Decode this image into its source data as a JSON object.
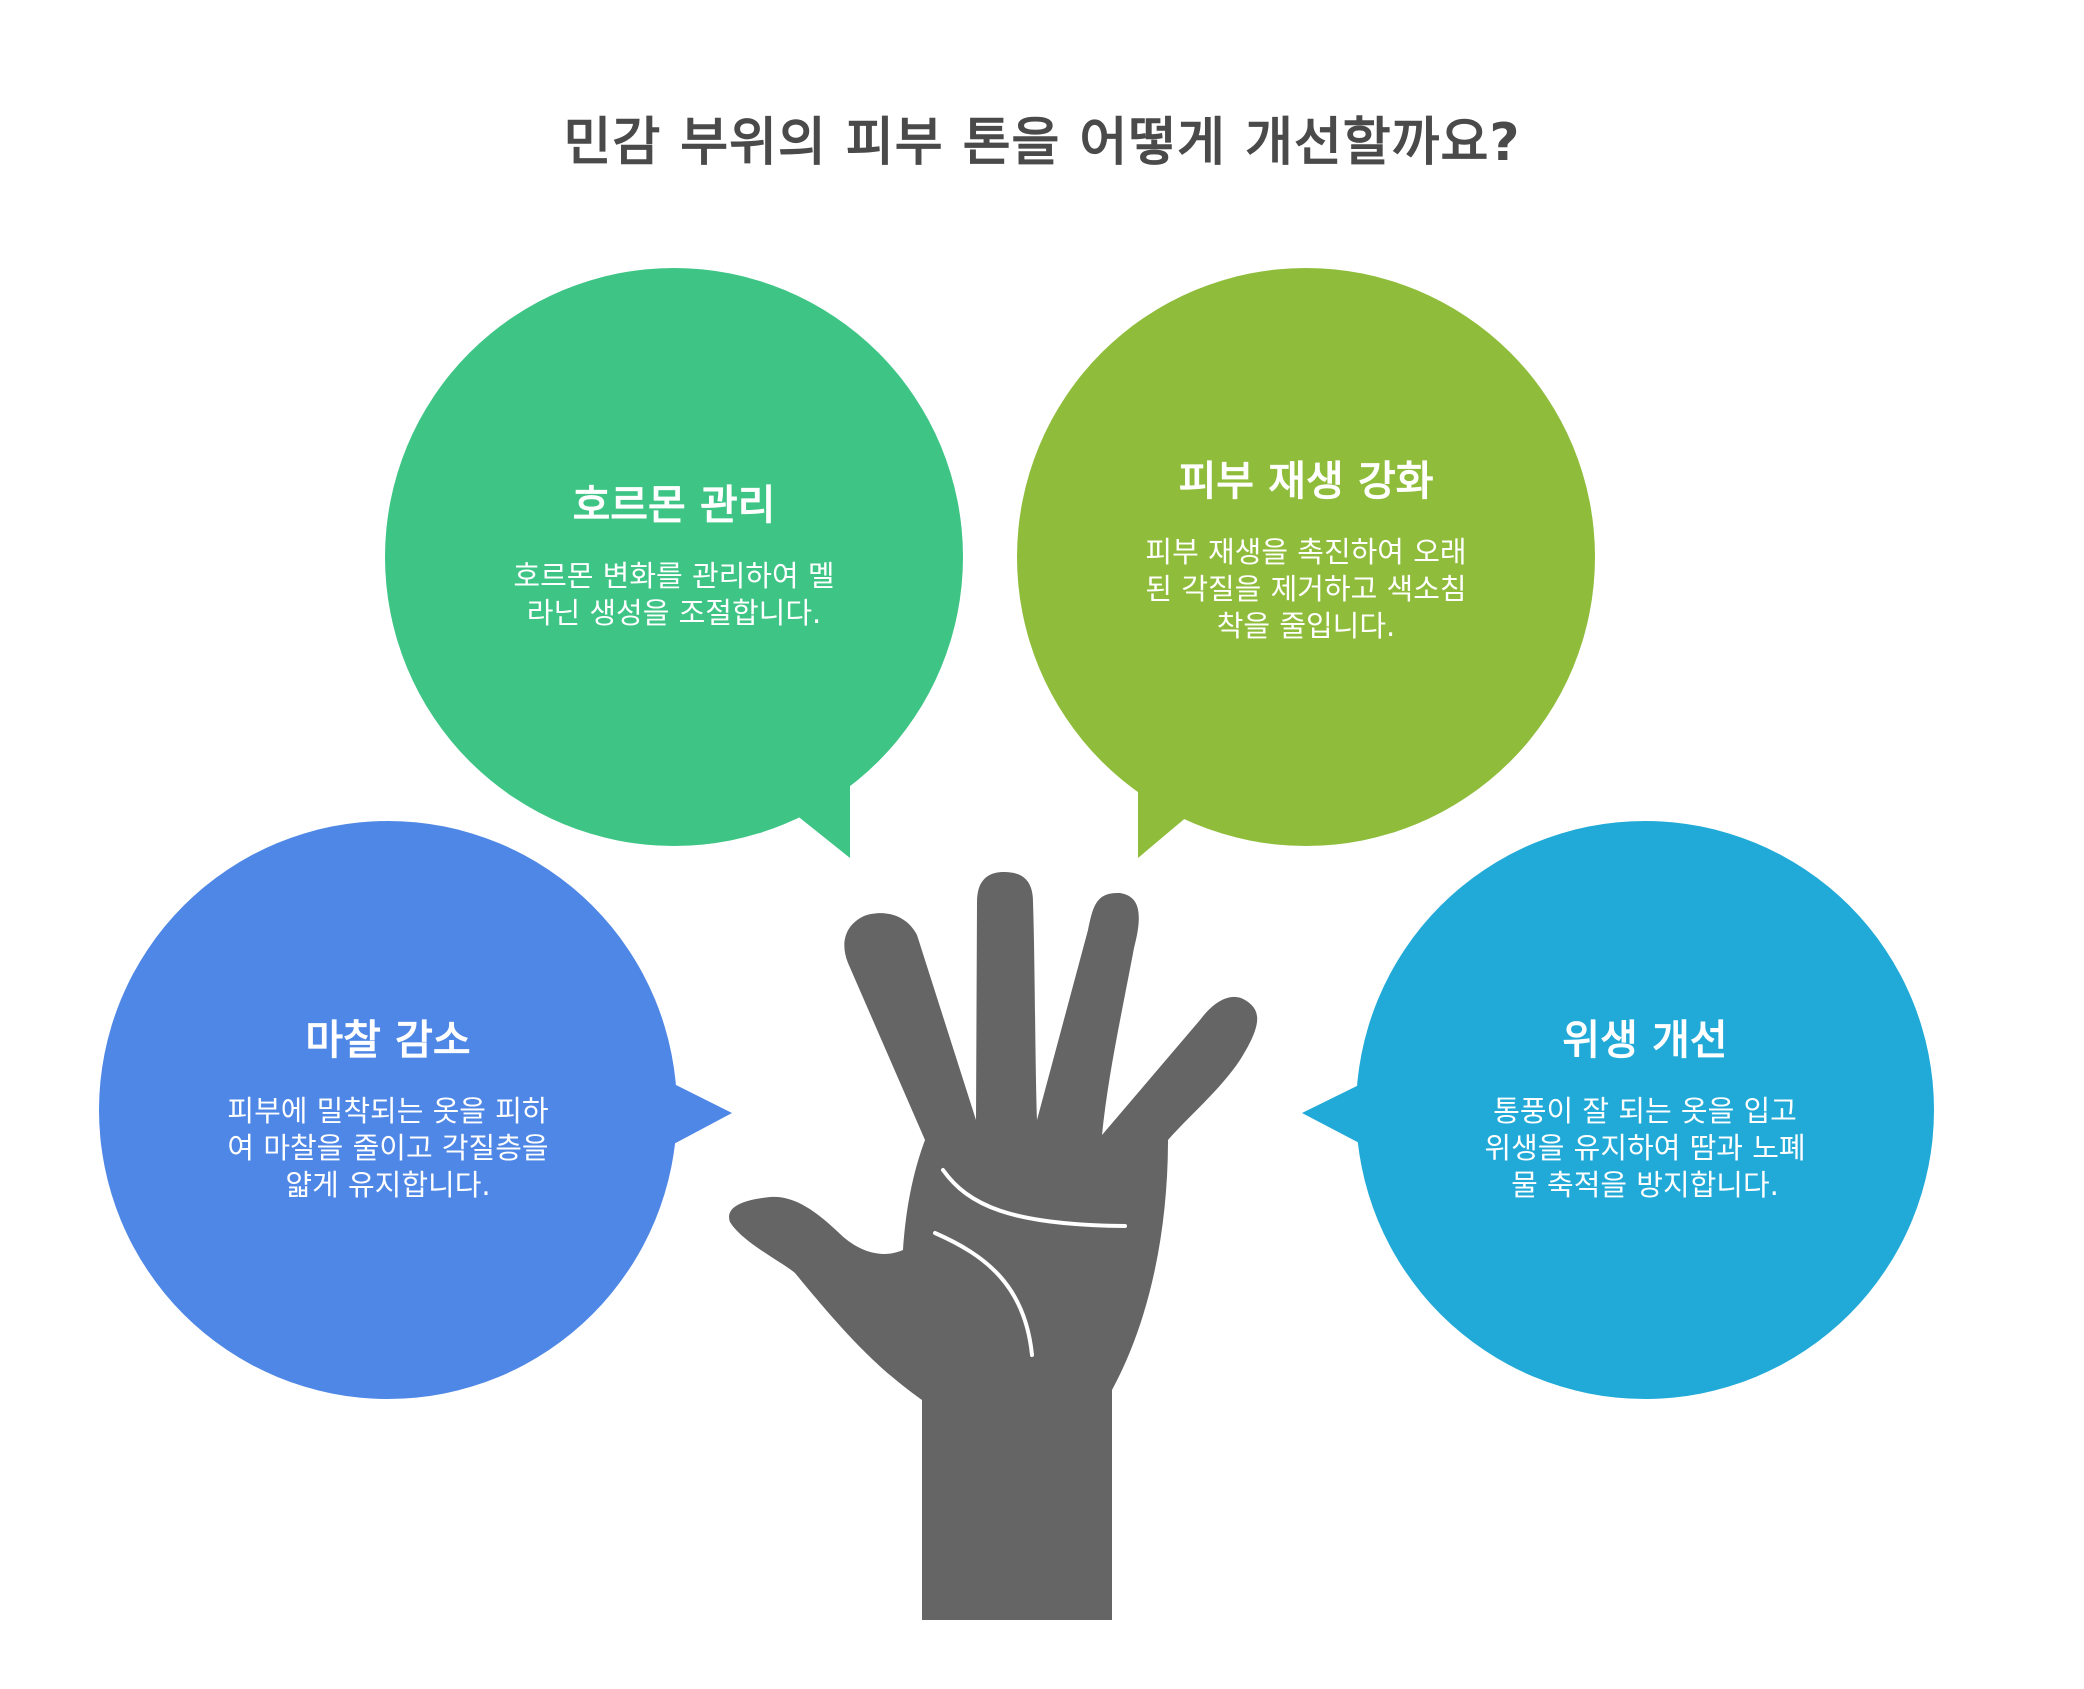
{
  "title": "민감 부위의 피부 톤을 어떻게 개선할까요?",
  "bubbles": [
    {
      "id": "hormone",
      "title": "호르몬 관리",
      "lines": [
        "호르몬 변화를 관리하여 멜",
        "라닌 생성을 조절합니다."
      ],
      "color": "#3ec585"
    },
    {
      "id": "regeneration",
      "title": "피부 재생 강화",
      "lines": [
        "피부 재생을 촉진하여 오래",
        "된 각질을 제거하고 색소침",
        "착을 줄입니다."
      ],
      "color": "#8fbd3b"
    },
    {
      "id": "friction",
      "title": "마찰 감소",
      "lines": [
        "피부에 밀착되는 옷을 피하",
        "여 마찰을 줄이고 각질층을",
        "얇게 유지합니다."
      ],
      "color": "#4f87e6"
    },
    {
      "id": "hygiene",
      "title": "위생 개선",
      "lines": [
        "통풍이 잘 되는 옷을 입고",
        "위생을 유지하여 땀과 노폐",
        "물 축적을 방지합니다."
      ],
      "color": "#21aad8"
    }
  ],
  "hand": {
    "icon": "raised-hand-icon",
    "color": "#656565"
  }
}
